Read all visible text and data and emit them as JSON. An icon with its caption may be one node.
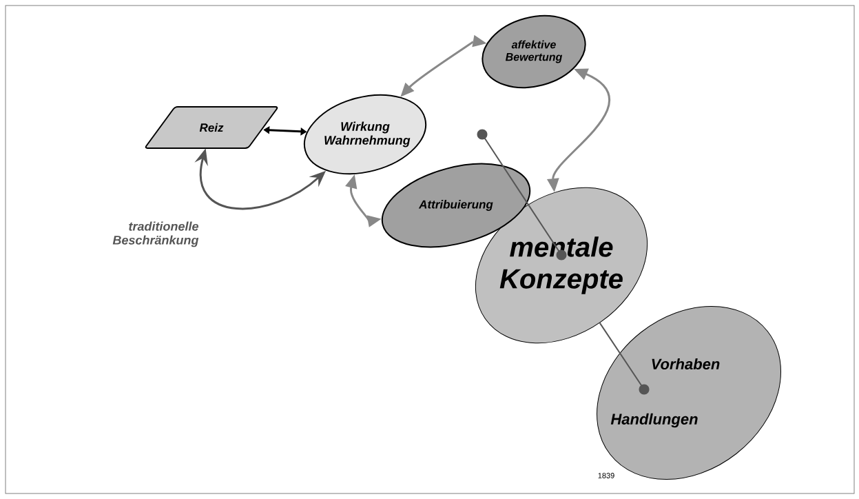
{
  "diagram": {
    "nodes": [
      {
        "text": [
          "Reiz"
        ]
      },
      {
        "text": [
          "Wirkung Wahrnehmung"
        ]
      },
      {
        "text": [
          "affektive Bewertung"
        ]
      },
      {
        "text": [
          "Attribuierung"
        ]
      },
      {
        "text": [
          "mentale Konzepte"
        ]
      },
      {
        "text": [
          "Vorhaben",
          "Handlungen"
        ]
      }
    ],
    "edges": [
      {
        "from": 0,
        "to": 1,
        "arrow": "both",
        "color": "#000000"
      },
      {
        "from": 0,
        "to": 1,
        "arrow": "both",
        "label": "traditionelle Beschränkung",
        "color": "#555555"
      },
      {
        "from": 1,
        "to": 2,
        "arrow": "both"
      },
      {
        "from": 1,
        "to": 3,
        "arrow": "both"
      },
      {
        "from": 4,
        "to": 2,
        "arrow": "both"
      },
      {
        "from": null,
        "to": 4,
        "arrow": "other",
        "color": "#555555"
      },
      {
        "from": 4,
        "to": 5,
        "arrow": "other",
        "color": "#555555"
      }
    ],
    "labels": [
      "1839"
    ]
  }
}
